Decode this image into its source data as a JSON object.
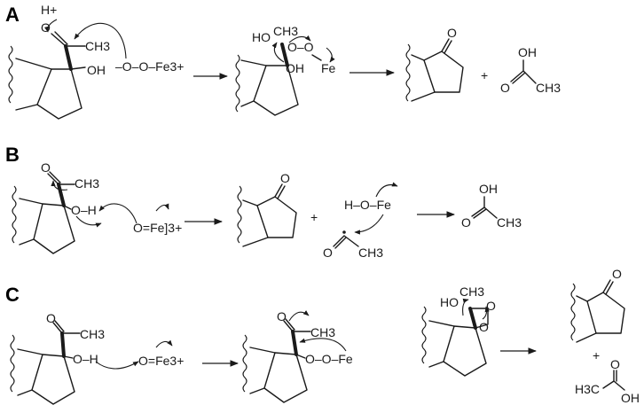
{
  "panels": {
    "a": {
      "label": "A",
      "proton": "H+",
      "acetyl": "CH3",
      "hydroxyl": "OH",
      "peroxo": "–O–O–Fe3+",
      "int_ho": "HO",
      "int_ch3": "CH3",
      "int_oh": "OH",
      "int_oo": "O–O",
      "int_fe": "Fe",
      "ketone_o": "O",
      "plus": "+",
      "acid_oh": "OH",
      "acid_o": "O",
      "acid_ch3": "CH3"
    },
    "b": {
      "label": "B",
      "acetyl": "CH3",
      "oh": "O–H",
      "ferryl": "O=Fe]3+",
      "ketone_o": "O",
      "plus": "+",
      "hofe": "H–O–Fe",
      "radical_o": "O",
      "radical_ch3": "CH3",
      "acid_oh": "OH",
      "acid_o": "O",
      "acid_ch3": "CH3"
    },
    "c": {
      "label": "C",
      "acetyl": "CH3",
      "oh": "O–H",
      "ferric": "O=Fe3+",
      "int_acetyl": "CH3",
      "int_oofe": "O–O–Fe",
      "dx_ho": "HO",
      "dx_ch3": "CH3",
      "dx_o": "O",
      "ketone_o": "O",
      "plus": "+",
      "acid_h3c": "H3C",
      "acid_o": "O",
      "acid_oh": "OH"
    }
  }
}
